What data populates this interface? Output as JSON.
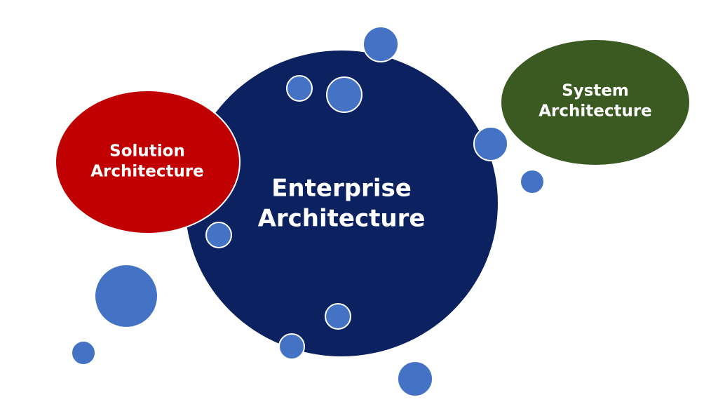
{
  "diagram": {
    "enterprise": {
      "line1": "Enterprise",
      "line2": "Architecture",
      "color": "#0b2160"
    },
    "solution": {
      "line1": "Solution",
      "line2": "Architecture",
      "color": "#c00000"
    },
    "system": {
      "line1": "System",
      "line2": "Architecture",
      "color": "#3a5a22"
    },
    "bubble_color": "#4472c4"
  }
}
